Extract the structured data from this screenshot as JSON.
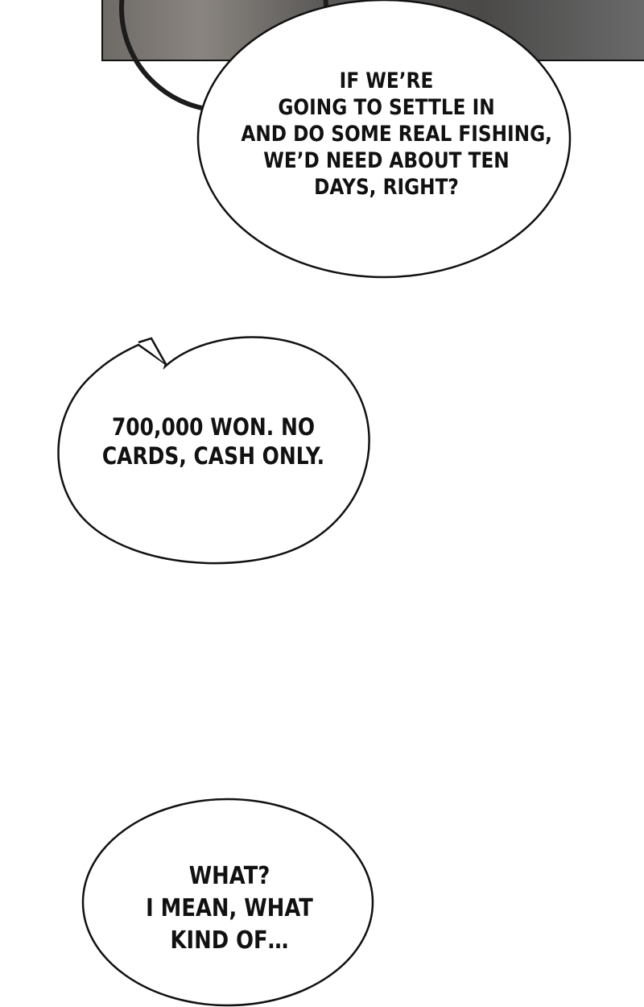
{
  "bubbles": [
    {
      "lines": [
        "IF WE’RE",
        "GOING TO SETTLE IN",
        "AND DO SOME REAL FISHING,",
        "WE’D NEED ABOUT TEN",
        "DAYS, RIGHT?"
      ]
    },
    {
      "lines": [
        "700,000 WON. NO",
        "CARDS, CASH ONLY."
      ]
    },
    {
      "lines": [
        "WHAT?",
        "I MEAN, WHAT",
        "KIND OF…"
      ]
    }
  ],
  "colors": {
    "bubble_fill": "#ffffff",
    "bubble_stroke": "#111111",
    "text": "#111111",
    "background": "#ffffff"
  }
}
